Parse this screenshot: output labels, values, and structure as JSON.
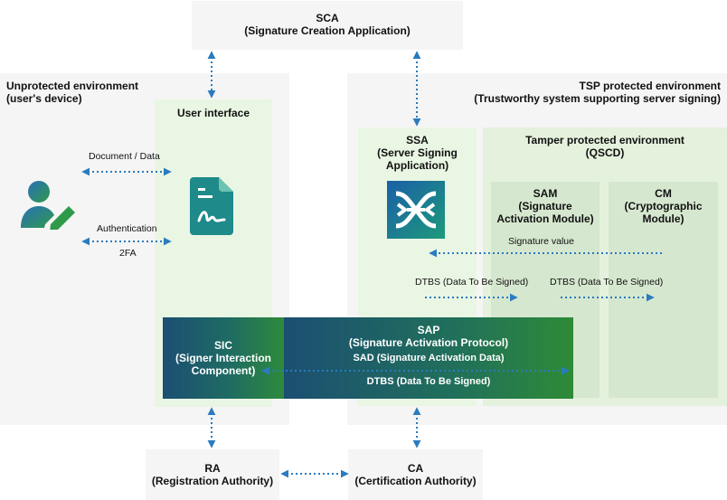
{
  "sca": {
    "title": "SCA",
    "subtitle": "(Signature Creation Application)"
  },
  "unprotected": {
    "title": "Unprotected environment",
    "subtitle": "(user's device)"
  },
  "tsp": {
    "title": "TSP protected environment",
    "subtitle": "(Trustworthy system supporting server signing)"
  },
  "user_interface": {
    "title": "User interface"
  },
  "ssa": {
    "line1": "SSA",
    "line2": "(Server Signing",
    "line3": "Application)"
  },
  "tamper": {
    "title": "Tamper protected environment",
    "subtitle": "(QSCD)"
  },
  "sam": {
    "line1": "SAM",
    "line2": "(Signature",
    "line3": "Activation Module)"
  },
  "cm": {
    "line1": "CM",
    "line2": "(Cryptographic",
    "line3": "Module)"
  },
  "labels": {
    "document_data": "Document / Data",
    "authentication": "Authentication",
    "twofa": "2FA",
    "signature_value": "Signature value",
    "dtbs_ssa": "DTBS (Data To Be Signed)",
    "dtbs_sam": "DTBS (Data To Be Signed)"
  },
  "sic": {
    "line1": "SIC",
    "line2": "(Signer Interaction",
    "line3": "Component)"
  },
  "sap": {
    "line1": "SAP",
    "line2": "(Signature Activation Protocol)",
    "sad": "SAD (Signature Activation Data)",
    "dtbs": "DTBS (Data To Be Signed)"
  },
  "ra": {
    "title": "RA",
    "subtitle": "(Registration Authority)"
  },
  "ca": {
    "title": "CA",
    "subtitle": "(Certification Authority)"
  },
  "icons": {
    "user": "user-edit-icon",
    "document": "signed-document-icon",
    "ssa_logo": "ssa-logo-icon"
  },
  "colors": {
    "arrow": "#2a7bbf",
    "green_dark": "#2e8b37",
    "blue_dark": "#1b4f72",
    "doc_icon": "#1e8a8a"
  }
}
